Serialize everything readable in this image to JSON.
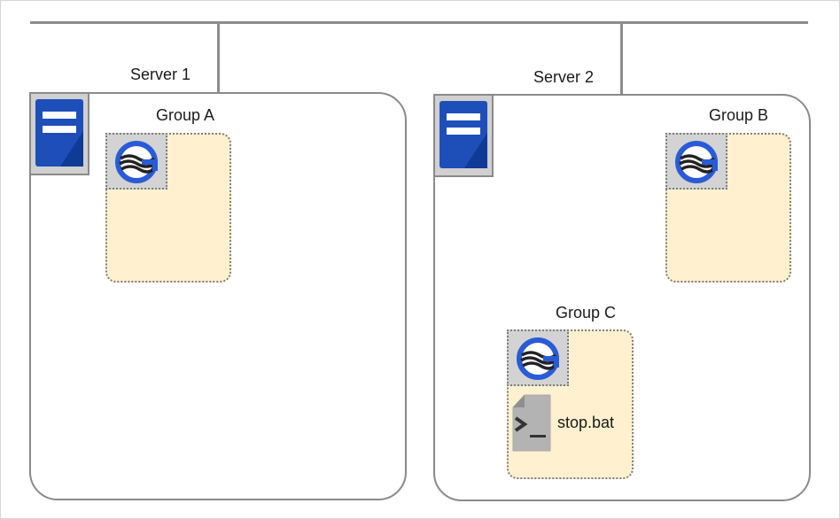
{
  "network": {
    "name": ""
  },
  "servers": [
    {
      "label": "Server 1",
      "icon": "server-icon"
    },
    {
      "label": "Server 2",
      "icon": "server-icon"
    }
  ],
  "groups": [
    {
      "label": "Group A",
      "resource_icon": "group-resource-icon"
    },
    {
      "label": "Group B",
      "resource_icon": "group-resource-icon"
    },
    {
      "label": "Group C",
      "resource_icon": "group-resource-icon",
      "script": {
        "icon": "script-file-icon",
        "label": "stop.bat"
      }
    }
  ],
  "colors": {
    "line": "#8c8c8c",
    "server_icon_blue": "#1e4fb8",
    "group_fill": "#fff1cf",
    "resource_ring": "#2a5bd7"
  }
}
